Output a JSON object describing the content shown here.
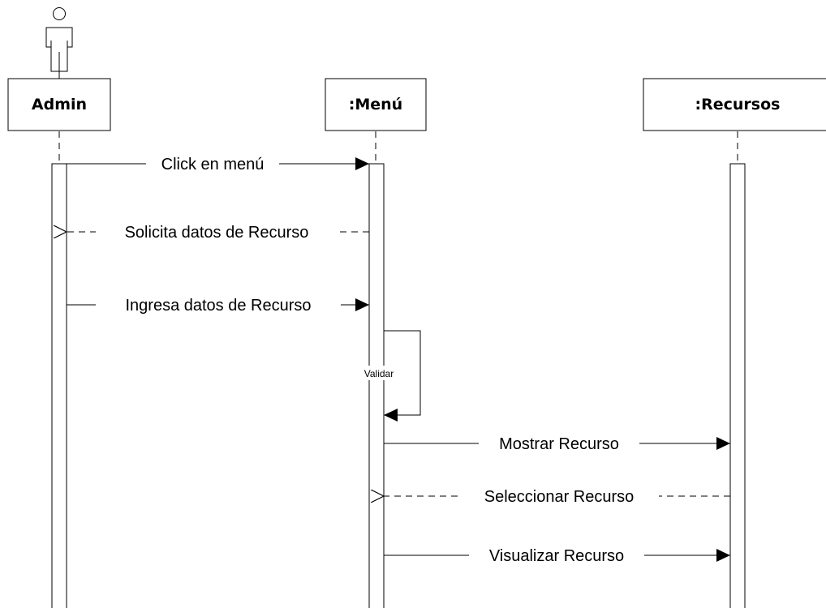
{
  "participants": [
    {
      "id": "admin",
      "label": "Admin",
      "is_actor": true
    },
    {
      "id": "menu",
      "label": ":Menú",
      "is_actor": false
    },
    {
      "id": "recursos",
      "label": ":Recursos",
      "is_actor": false
    }
  ],
  "messages": [
    {
      "id": "m1",
      "label": "Click en menú",
      "style": "solid",
      "direction": "right"
    },
    {
      "id": "m2",
      "label": "Solicita datos de Recurso",
      "style": "dashed",
      "direction": "left"
    },
    {
      "id": "m3",
      "label": "Ingresa datos de Recurso",
      "style": "solid",
      "direction": "right"
    },
    {
      "id": "m4",
      "label": "Validar",
      "style": "self",
      "direction": "self"
    },
    {
      "id": "m5",
      "label": "Mostrar Recurso",
      "style": "solid",
      "direction": "right"
    },
    {
      "id": "m6",
      "label": "Seleccionar Recurso",
      "style": "dashed",
      "direction": "left"
    },
    {
      "id": "m7",
      "label": "Visualizar Recurso",
      "style": "solid",
      "direction": "right"
    }
  ]
}
